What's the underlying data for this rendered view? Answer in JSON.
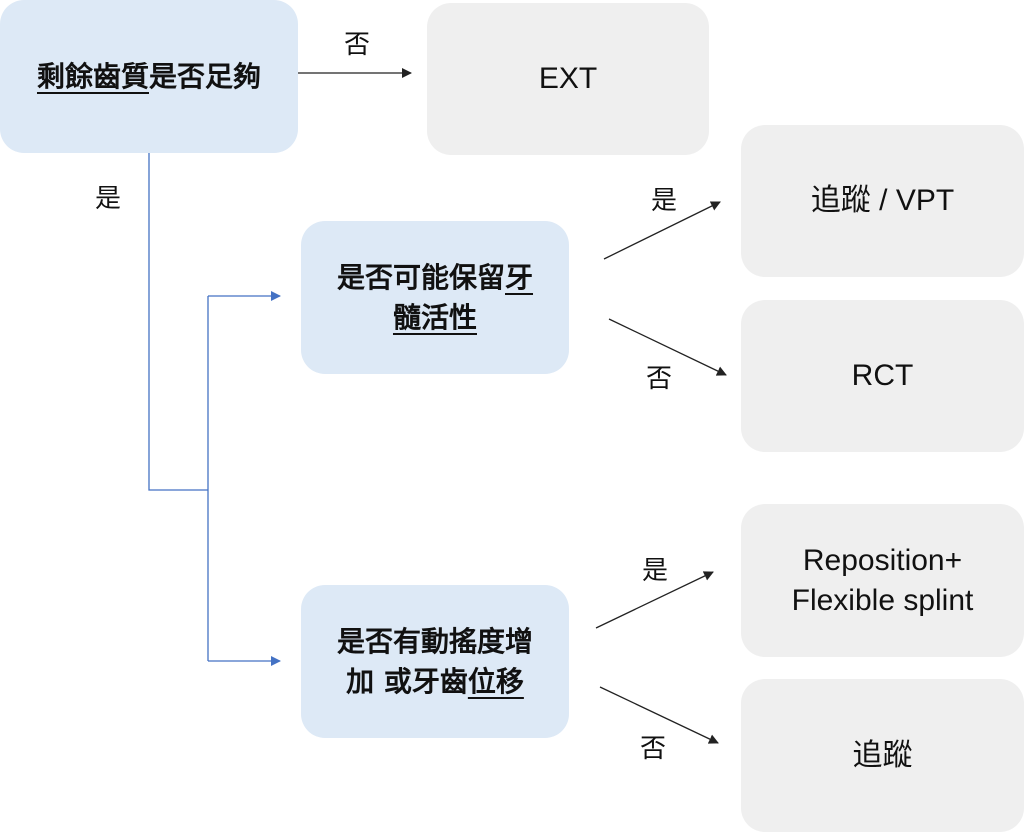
{
  "colors": {
    "question_fill": "#dde9f6",
    "answer_fill": "#efefef",
    "branch_line": "#4472c4",
    "arrow_line": "#222222"
  },
  "nodes": {
    "q1": {
      "underlined": "剩餘齒質",
      "rest": "是否足夠"
    },
    "q2": {
      "l1_plain": "是否可能保留",
      "l1_underlined": "牙",
      "l2_underlined": "髓活性"
    },
    "q3": {
      "l1": "是否有動搖度增",
      "l2_plain": "加 或牙齒",
      "l2_underlined": "位移"
    },
    "ext": "EXT",
    "vpt": "追蹤 / VPT",
    "rct": "RCT",
    "reposition_l1": "Reposition+",
    "reposition_l2": "Flexible splint",
    "followup": "追蹤"
  },
  "edge_labels": {
    "q1_no": "否",
    "q1_yes": "是",
    "q2_yes": "是",
    "q2_no": "否",
    "q3_yes": "是",
    "q3_no": "否"
  }
}
